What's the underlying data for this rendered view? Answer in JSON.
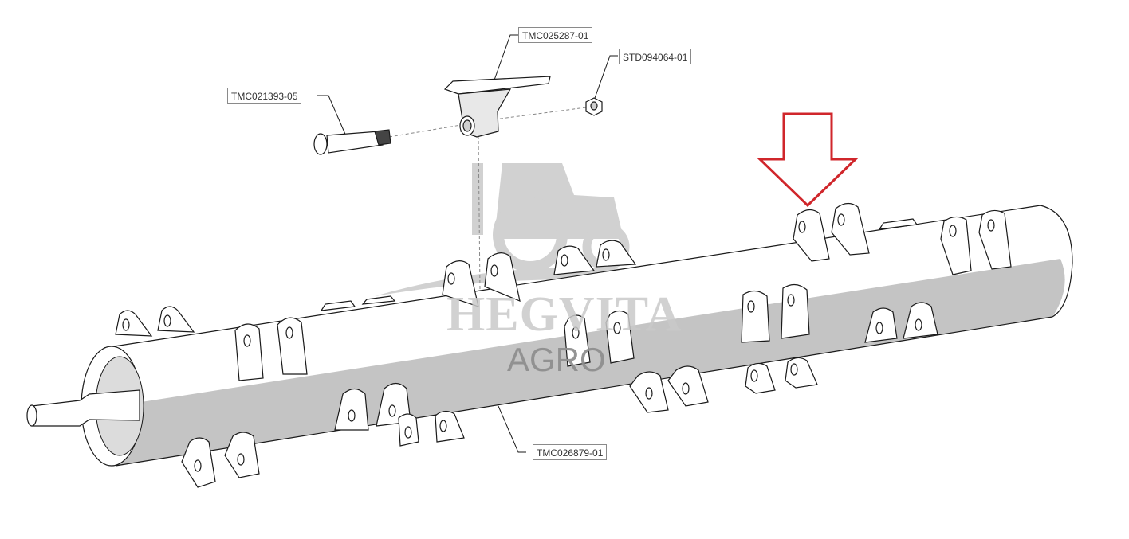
{
  "labels": {
    "blade": "TMC025287-01",
    "nut": "STD094064-01",
    "bolt": "TMC021393-05",
    "rotor": "TMC026879-01"
  },
  "watermark": {
    "name": "HEGVITA",
    "sub": "AGRO",
    "icon": "tractor-icon"
  },
  "indicator": {
    "icon": "down-arrow-icon",
    "color": "#d0262b"
  },
  "colors": {
    "outline": "#1a1a1a",
    "shade": "#c4c4c4",
    "watermark": "#cfcfcf"
  }
}
